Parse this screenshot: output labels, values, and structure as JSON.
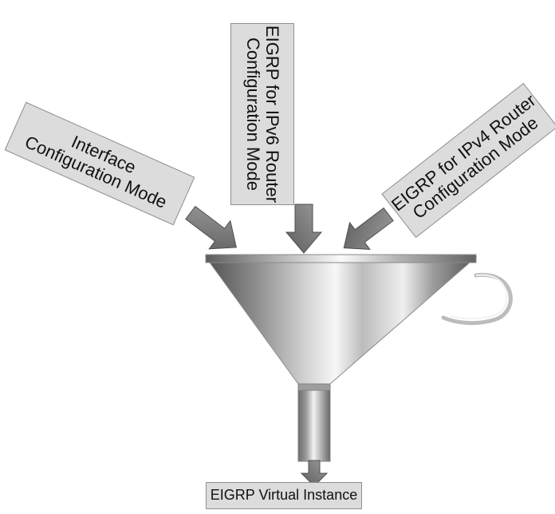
{
  "inputs": {
    "interface": {
      "line1": "Interface",
      "line2": "Configuration Mode"
    },
    "ipv6": {
      "line1": "EIGRP for IPv6 Router",
      "line2": "Configuration Mode"
    },
    "ipv4": {
      "line1": "EIGRP for IPv4 Router",
      "line2": "Configuration Mode"
    }
  },
  "output": {
    "label": "EIGRP Virtual Instance"
  },
  "colors": {
    "box_fill": "#dcdcdc",
    "box_border": "#8f8f8f",
    "arrow_fill": "#7a7a7a",
    "funnel_dark": "#4f4f4f",
    "funnel_light": "#f4f4f4"
  }
}
